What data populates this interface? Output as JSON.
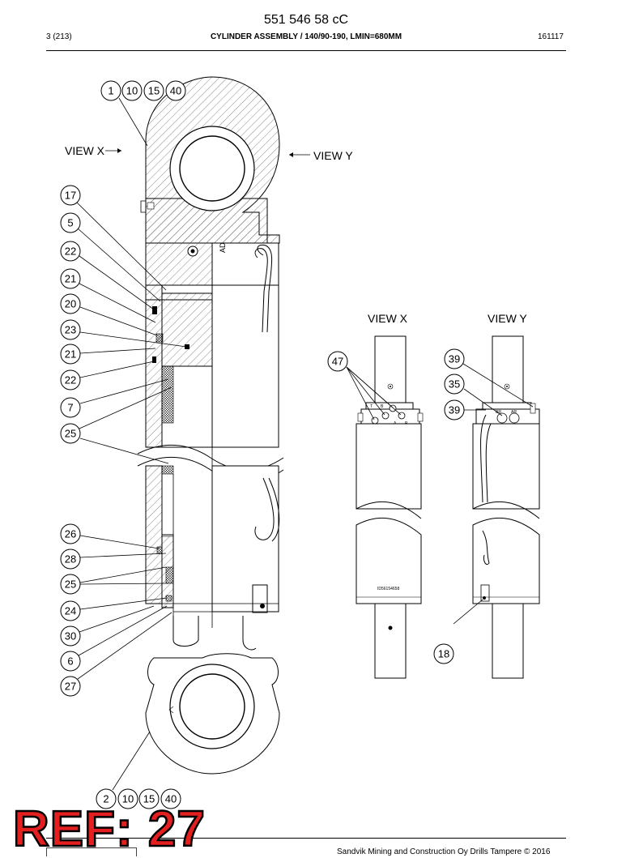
{
  "header": {
    "doc_number": "551 546 58 cC",
    "page": "3 (213)",
    "title": "CYLINDER ASSEMBLY / 140/90-190, LMIN=680MM",
    "date": "161117"
  },
  "views": {
    "view_x_main": "VIEW X",
    "view_y_main": "VIEW Y",
    "view_x_title": "VIEW X",
    "view_y_title": "VIEW Y"
  },
  "port_labels": {
    "t": "T",
    "b": "B",
    "a": "A",
    "p": "P",
    "br": "BR",
    "ar": "AR",
    "ad": "AD"
  },
  "id_plate": "ID56154658",
  "balloons": {
    "top": [
      "1",
      "10",
      "15",
      "40"
    ],
    "left": [
      "17",
      "5",
      "22",
      "21",
      "20",
      "23",
      "21",
      "22",
      "7",
      "25",
      "26",
      "28",
      "25",
      "24",
      "30",
      "6",
      "27"
    ],
    "bottom": [
      "2",
      "10",
      "15",
      "40"
    ],
    "view_x": [
      "47"
    ],
    "view_y": [
      "39",
      "35",
      "39"
    ],
    "detail": [
      "18"
    ]
  },
  "ref_stamp": "REF: 27",
  "footer": {
    "copyright": "Sandvik Mining and Construction Oy Drills Tampere © 2016"
  }
}
